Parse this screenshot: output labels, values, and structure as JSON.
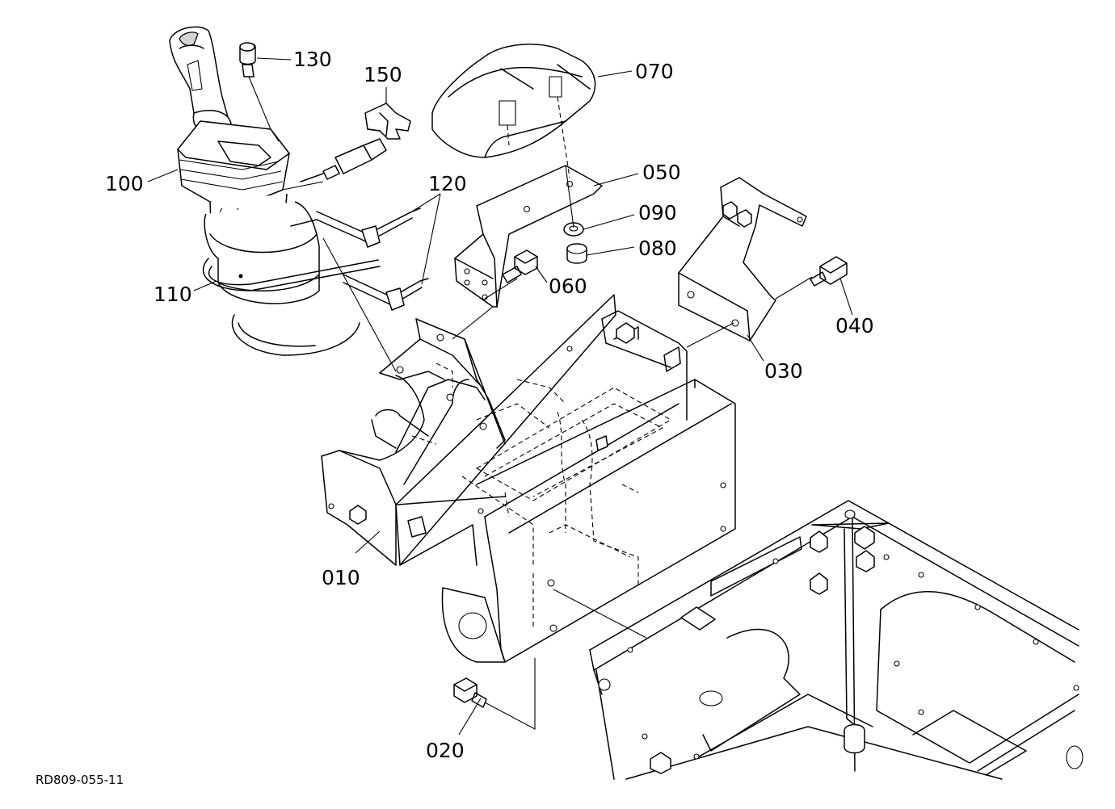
{
  "figure_ref": "RD809-055-11",
  "callouts": {
    "p010": "010",
    "p020": "020",
    "p030": "030",
    "p040": "040",
    "p050": "050",
    "p060": "060",
    "p070": "070",
    "p080": "080",
    "p090": "090",
    "p100": "100",
    "p110": "110",
    "p120": "120",
    "p130": "130",
    "p150": "150"
  }
}
